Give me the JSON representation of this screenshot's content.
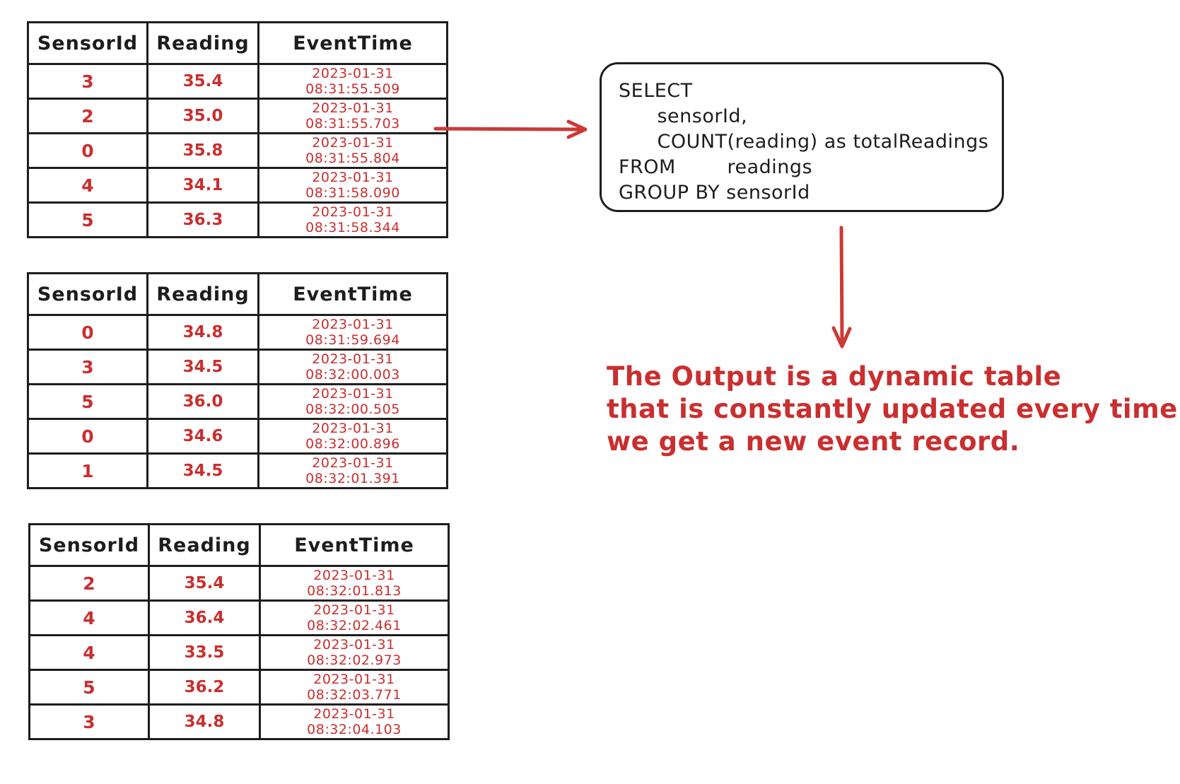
{
  "colors": {
    "ink_black": "#1d1d1d",
    "accent_red": "#c92f2f"
  },
  "tables": [
    {
      "headers": [
        "SensorId",
        "Reading",
        "EventTime"
      ],
      "rows": [
        [
          "3",
          "35.4",
          "2023-01-31 08:31:55.509"
        ],
        [
          "2",
          "35.0",
          "2023-01-31 08:31:55.703"
        ],
        [
          "0",
          "35.8",
          "2023-01-31 08:31:55.804"
        ],
        [
          "4",
          "34.1",
          "2023-01-31 08:31:58.090"
        ],
        [
          "5",
          "36.3",
          "2023-01-31 08:31:58.344"
        ]
      ]
    },
    {
      "headers": [
        "SensorId",
        "Reading",
        "EventTime"
      ],
      "rows": [
        [
          "0",
          "34.8",
          "2023-01-31 08:31:59.694"
        ],
        [
          "3",
          "34.5",
          "2023-01-31 08:32:00.003"
        ],
        [
          "5",
          "36.0",
          "2023-01-31 08:32:00.505"
        ],
        [
          "0",
          "34.6",
          "2023-01-31 08:32:00.896"
        ],
        [
          "1",
          "34.5",
          "2023-01-31 08:32:01.391"
        ]
      ]
    },
    {
      "headers": [
        "SensorId",
        "Reading",
        "EventTime"
      ],
      "rows": [
        [
          "2",
          "35.4",
          "2023-01-31 08:32:01.813"
        ],
        [
          "4",
          "36.4",
          "2023-01-31 08:32:02.461"
        ],
        [
          "4",
          "33.5",
          "2023-01-31 08:32:02.973"
        ],
        [
          "5",
          "36.2",
          "2023-01-31 08:32:03.771"
        ],
        [
          "3",
          "34.8",
          "2023-01-31 08:32:04.103"
        ]
      ]
    }
  ],
  "sql_box": {
    "lines": [
      "SELECT",
      "      sensorId,",
      "      COUNT(reading) as totalReadings",
      "FROM        readings",
      "GROUP BY sensorId"
    ]
  },
  "note": {
    "lines": [
      "The Output is a dynamic table",
      "that is constantly updated every time",
      "we get a new event record."
    ]
  }
}
